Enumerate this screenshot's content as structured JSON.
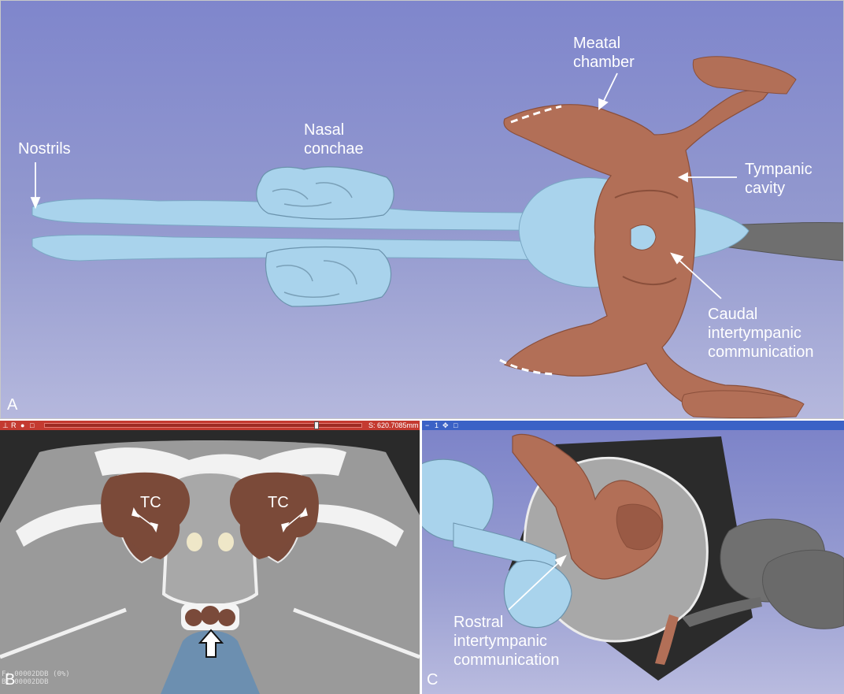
{
  "panel_a": {
    "letter": "A",
    "labels": {
      "nostrils": "Nostrils",
      "nasal_conchae": "Nasal\nconchae",
      "meatal_chamber": "Meatal\nchamber",
      "tympanic_cavity": "Tympanic\ncavity",
      "caudal": "Caudal\nintertympanic\ncommunication"
    }
  },
  "panel_b": {
    "letter": "B",
    "toolbar": {
      "orientation": "R",
      "slice_readout": "S: 620.7085mm"
    },
    "tc_left": "TC",
    "tc_right": "TC",
    "overlay_f": "F: 00002DDB (0%)",
    "overlay_b": "B: 00002DDB"
  },
  "panel_c": {
    "letter": "C",
    "toolbar": {
      "view_number": "1"
    },
    "label": "Rostral\nintertympanic\ncommunication"
  },
  "colors": {
    "bone_tissue": "#b26f57",
    "airway": "#a9d3ec",
    "trachea": "#6f6f6f",
    "slider_bar": "#c43a30",
    "view_bar": "#3b62c6"
  }
}
